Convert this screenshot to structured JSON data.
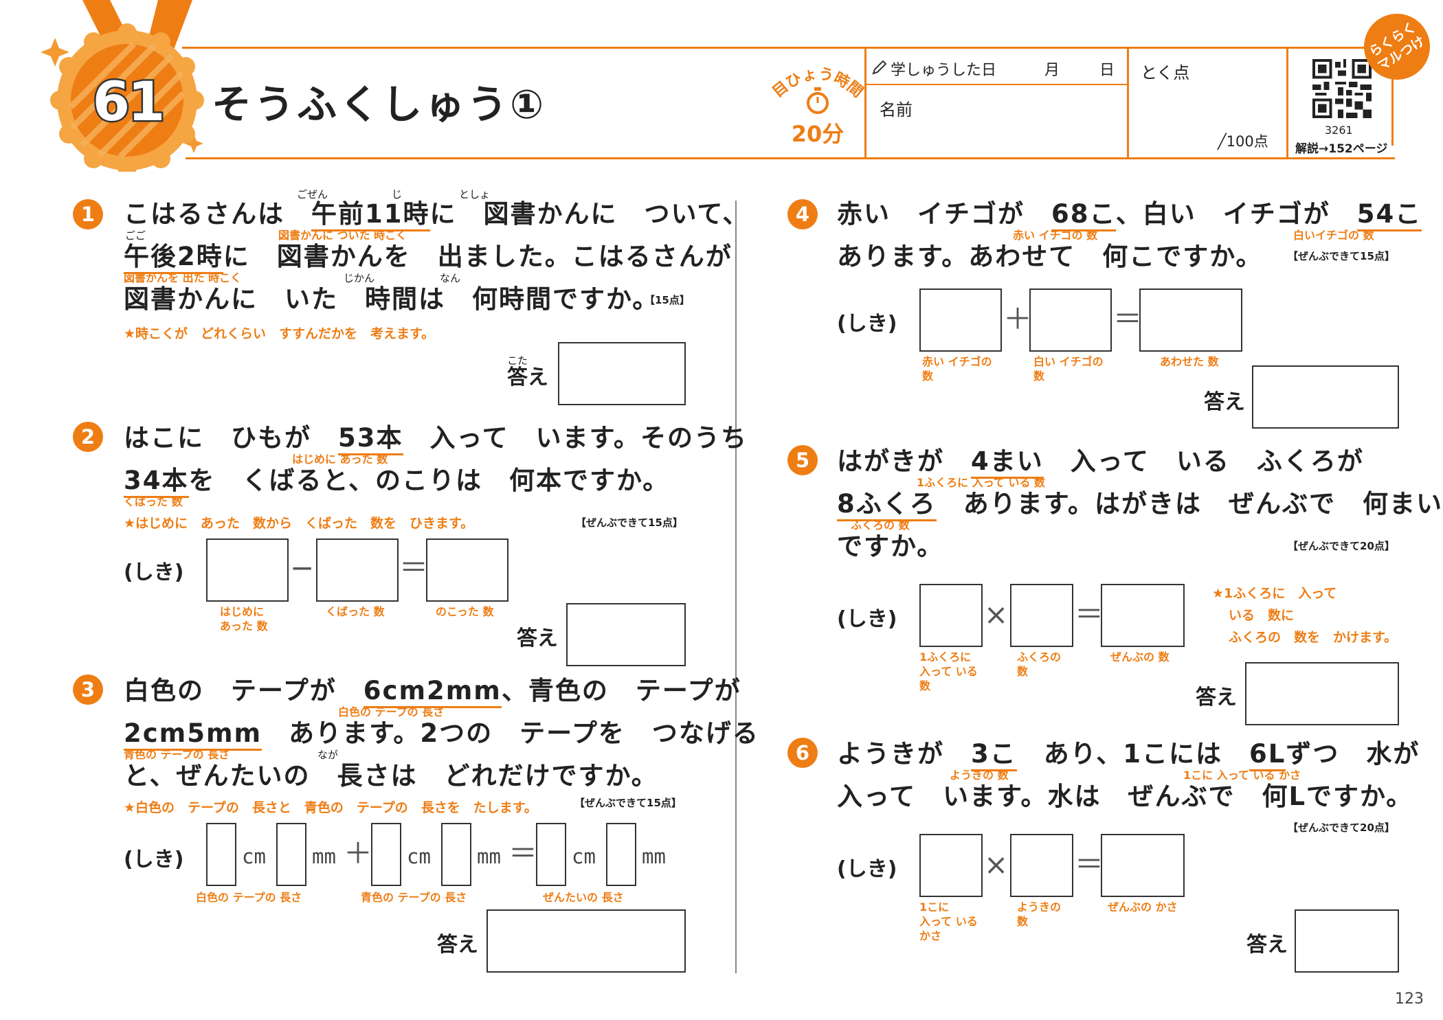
{
  "header": {
    "lesson_no": "61",
    "title": "そうふくしゅう①",
    "goal_label": "目ひょう時間",
    "goal_time": "20分",
    "studied_label": "学しゅうした日",
    "month_label": "月",
    "day_label": "日",
    "name_label": "名前",
    "score_label": "とく点",
    "score_total": "╱100点",
    "qr_code": "3261",
    "answer_ref": "解説→152ページ",
    "rakuraku": [
      "らくらく",
      "マルつけ"
    ]
  },
  "page_number": "123",
  "q1": {
    "num": "1",
    "lines": [
      [
        "こはるさんは　",
        "午前11時",
        "に　",
        "図書",
        "かんに　ついて、"
      ],
      [
        "午後2時",
        "に　図書かんを　出ました。こはるさんが"
      ],
      [
        "図書かんに　いた　時間は　何時間ですか。"
      ]
    ],
    "ruby": {
      "gozen": "ごぜん",
      "ji": "じ",
      "tosho": "としょ",
      "gogo": "ごご",
      "jikan": "じかん",
      "nan": "なん"
    },
    "label1": "図書かんに ついた 時こく",
    "label2": "図書かんを 出た 時こく",
    "points": "【15点】",
    "hint": "★時こくが　どれくらい　すすんだかを　考えます。",
    "answer_ruby": "こた",
    "answer": "答え"
  },
  "q2": {
    "num": "2",
    "line1a": "はこに　ひもが　",
    "line1u": "53本",
    "line1b": "　入って　います。そのうち",
    "line2u": "34本",
    "line2b": "を　くばると、のこりは　何本ですか。",
    "label1": "はじめに あった 数",
    "label2": "くばった 数",
    "points": "【ぜんぶできて15点】",
    "hint": "★はじめに　あった　数から　くばった　数を　ひきます。",
    "shiki": "(しき)",
    "box_labels": [
      "はじめに\nあった 数",
      "くばった 数",
      "のこった 数"
    ],
    "ops": [
      "−",
      "＝"
    ],
    "answer": "答え"
  },
  "q3": {
    "num": "3",
    "line1a": "白色の　テープが　",
    "line1u": "6cm2mm",
    "line1b": "、青色の　テープが",
    "line2u": "2cm5mm",
    "line2b": "　あります。2つの　テープを　つなげる",
    "line3": "と、ぜんたいの　長さは　どれだけですか。",
    "ruby_naga": "なが",
    "label1": "白色の テープの 長さ",
    "label2": "青色の テープの 長さ",
    "points": "【ぜんぶできて15点】",
    "hint": "★白色の　テープの　長さと　青色の　テープの　長さを　たします。",
    "shiki": "(しき)",
    "units": [
      "cm",
      "mm",
      "cm",
      "mm",
      "cm",
      "mm"
    ],
    "ops": [
      "＋",
      "＝"
    ],
    "group_labels": [
      "白色の テープの 長さ",
      "青色の テープの 長さ",
      "ぜんたいの 長さ"
    ],
    "answer": "答え"
  },
  "q4": {
    "num": "4",
    "line1a": "赤い　イチゴが　",
    "line1u": "68こ",
    "line1b": "、白い　イチゴが　",
    "line1u2": "54こ",
    "line2": "あります。あわせて　何こですか。",
    "label1": "赤い イチゴの 数",
    "label2": "白いイチゴの 数",
    "points": "【ぜんぶできて15点】",
    "shiki": "(しき)",
    "ops": [
      "＋",
      "＝"
    ],
    "box_labels": [
      "赤い イチゴの\n数",
      "白い イチゴの\n数",
      "あわせた 数"
    ],
    "answer": "答え"
  },
  "q5": {
    "num": "5",
    "line1a": "はがきが　",
    "line1u": "4まい",
    "line1b": "　入って　いる　ふくろが",
    "line2u": "8ふくろ",
    "line2b": "　あります。はがきは　ぜんぶで　何まい",
    "line3": "ですか。",
    "label1": "1ふくろに 入って いる 数",
    "label2": "ふくろの 数",
    "points": "【ぜんぶできて20点】",
    "shiki": "(しき)",
    "ops": [
      "×",
      "＝"
    ],
    "box_labels": [
      "1ふくろに\n入って いる\n数",
      "ふくろの\n数",
      "ぜんぶの 数"
    ],
    "hint_lines": [
      "★1ふくろに　入って",
      "いる　数に",
      "ふくろの　数を　かけます。"
    ],
    "answer": "答え"
  },
  "q6": {
    "num": "6",
    "line1a": "ようきが　",
    "line1u": "3こ",
    "line1b": "　あり、1こには　",
    "line1u2": "6L",
    "line1c": "ずつ　水が",
    "line2": "入って　います。水は　ぜんぶで　何Lですか。",
    "label1": "ようきの 数",
    "label2": "1こに 入って いる かさ",
    "points": "【ぜんぶできて20点】",
    "shiki": "(しき)",
    "ops": [
      "×",
      "＝"
    ],
    "box_labels": [
      "1こに\n入って いる\nかさ",
      "ようきの\n数",
      "ぜんぶの かさ"
    ],
    "answer": "答え"
  },
  "colors": {
    "accent": "#ee7d14",
    "accent_light": "#f6a74b",
    "text": "#222222"
  }
}
